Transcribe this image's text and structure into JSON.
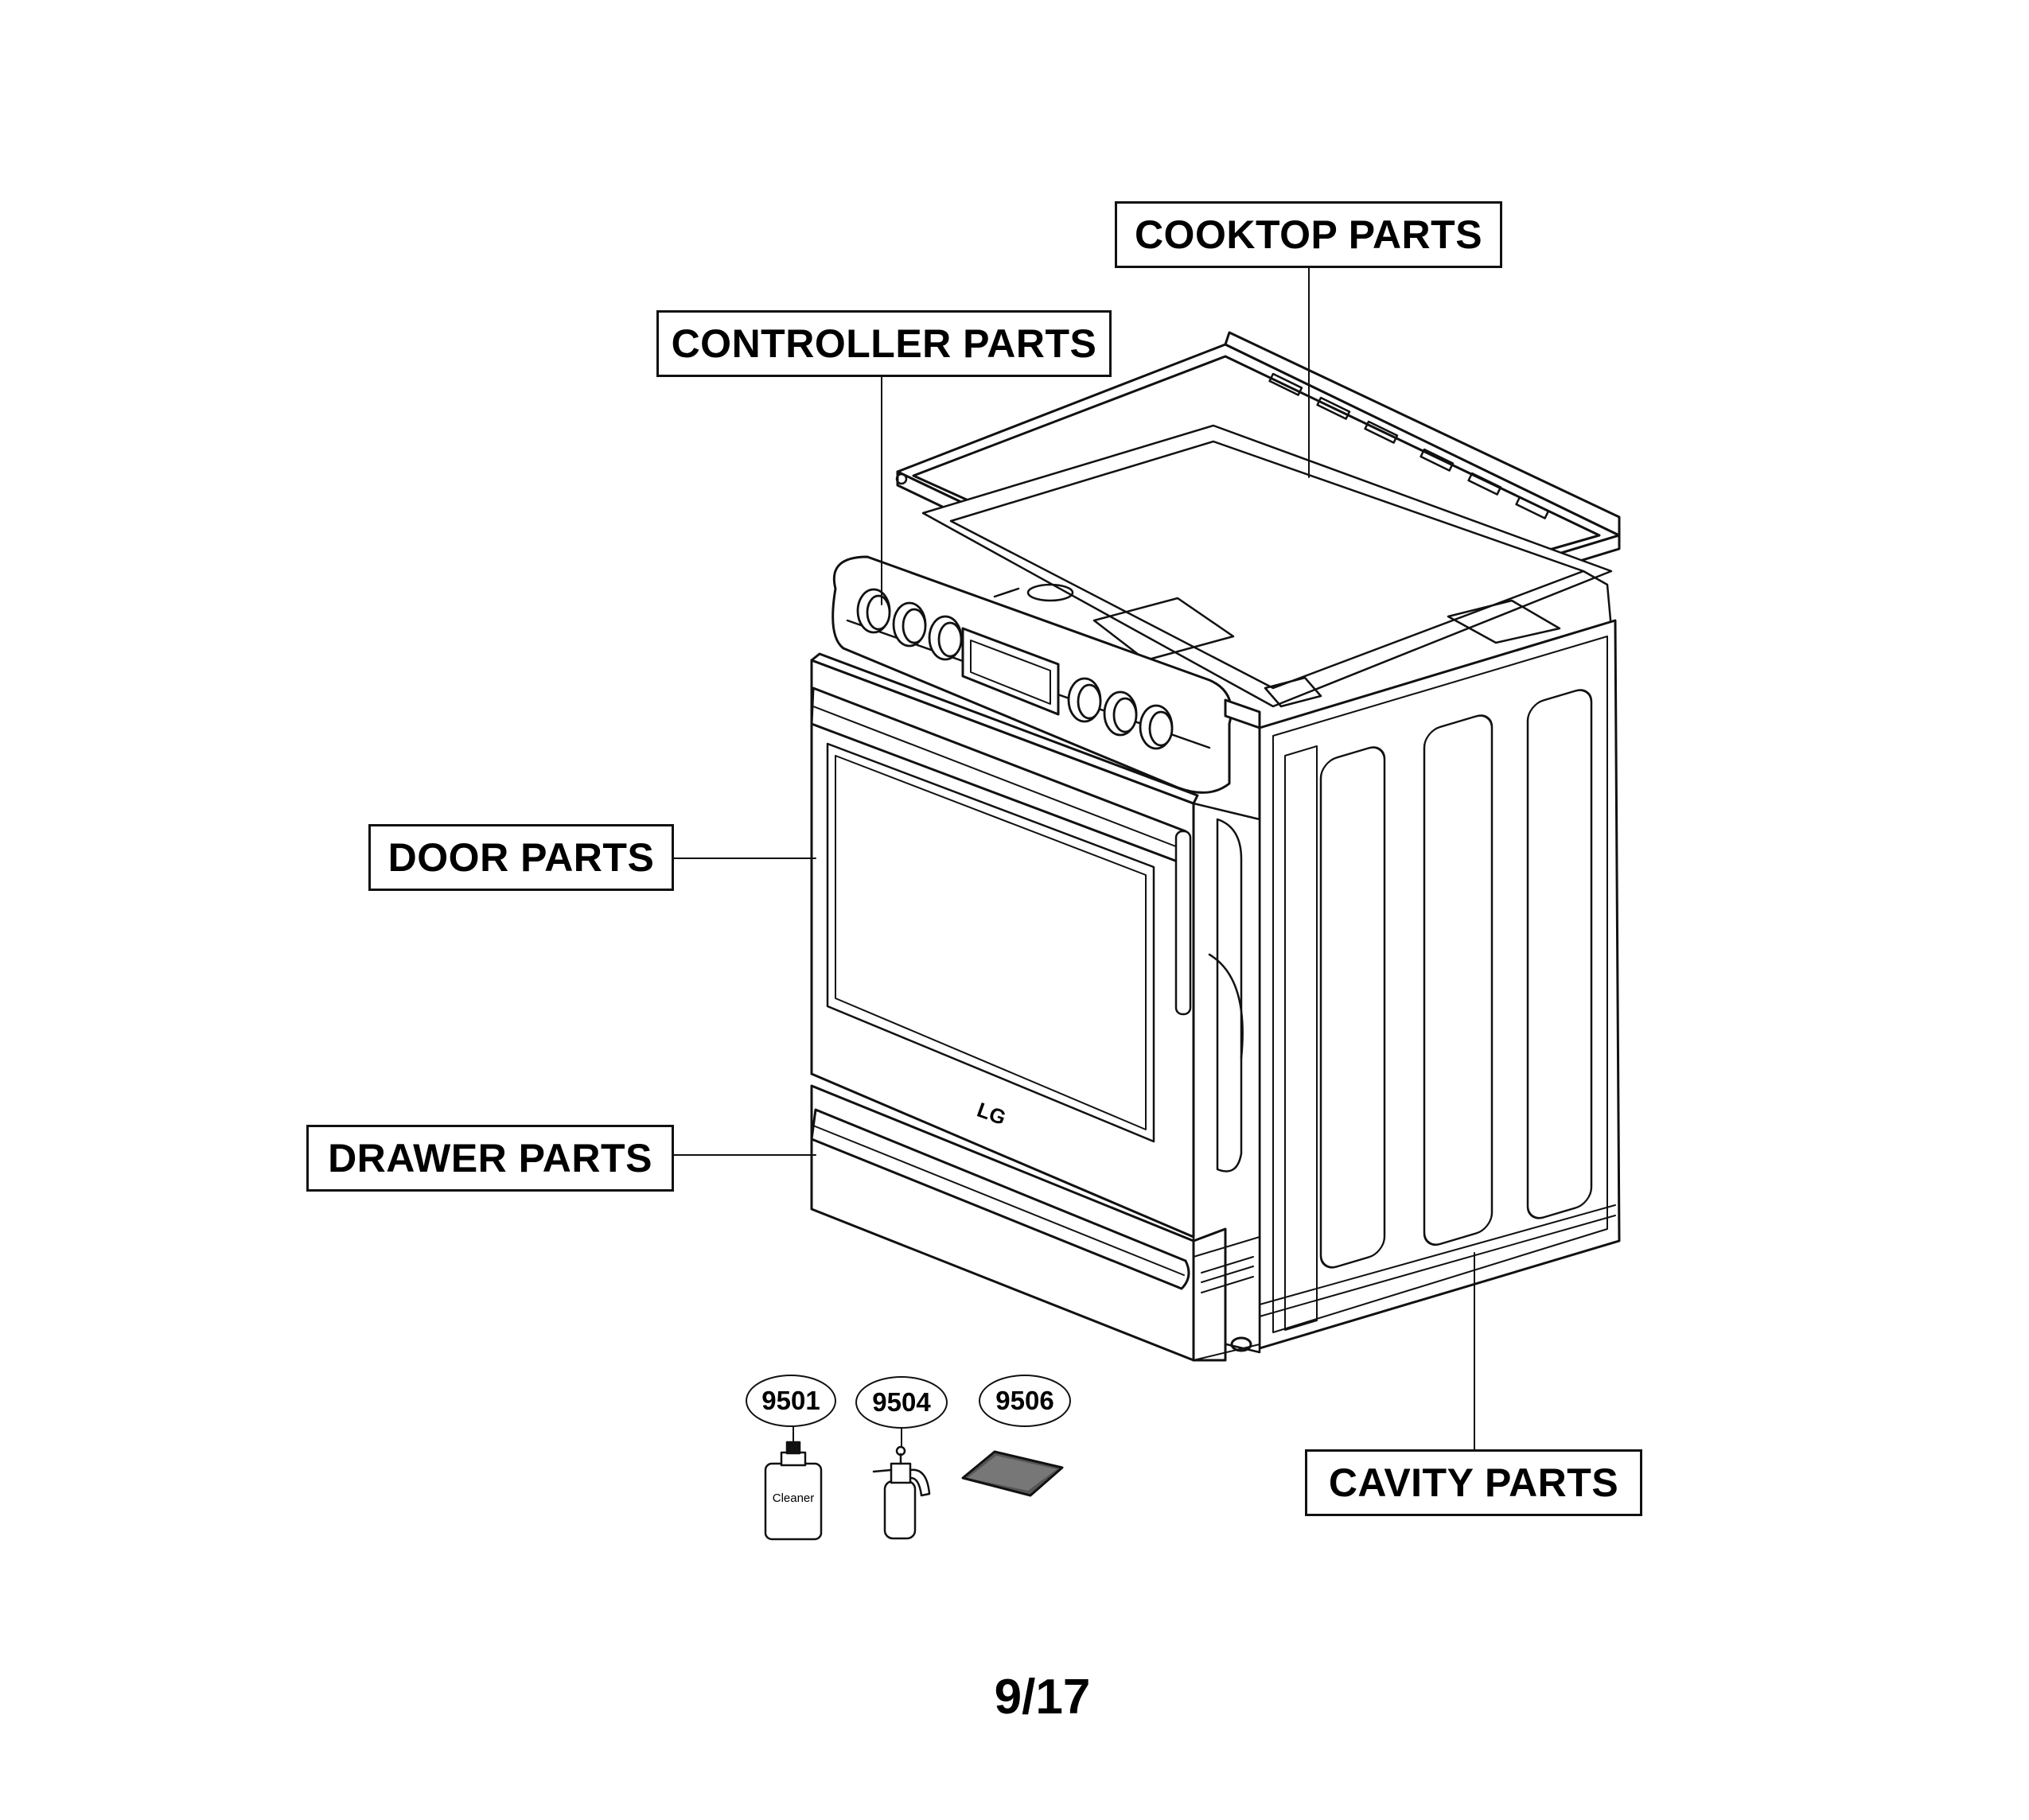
{
  "labels": {
    "cooktop": "COOKTOP PARTS",
    "controller": "CONTROLLER PARTS",
    "door": "DOOR PARTS",
    "drawer": "DRAWER PARTS",
    "cavity": "CAVITY PARTS"
  },
  "part_numbers": {
    "cleaner": "9501",
    "sprayer": "9504",
    "pad": "9506"
  },
  "cleaner_bottle_text": "Cleaner",
  "brand_logo": "LG",
  "page_number": "9/17"
}
